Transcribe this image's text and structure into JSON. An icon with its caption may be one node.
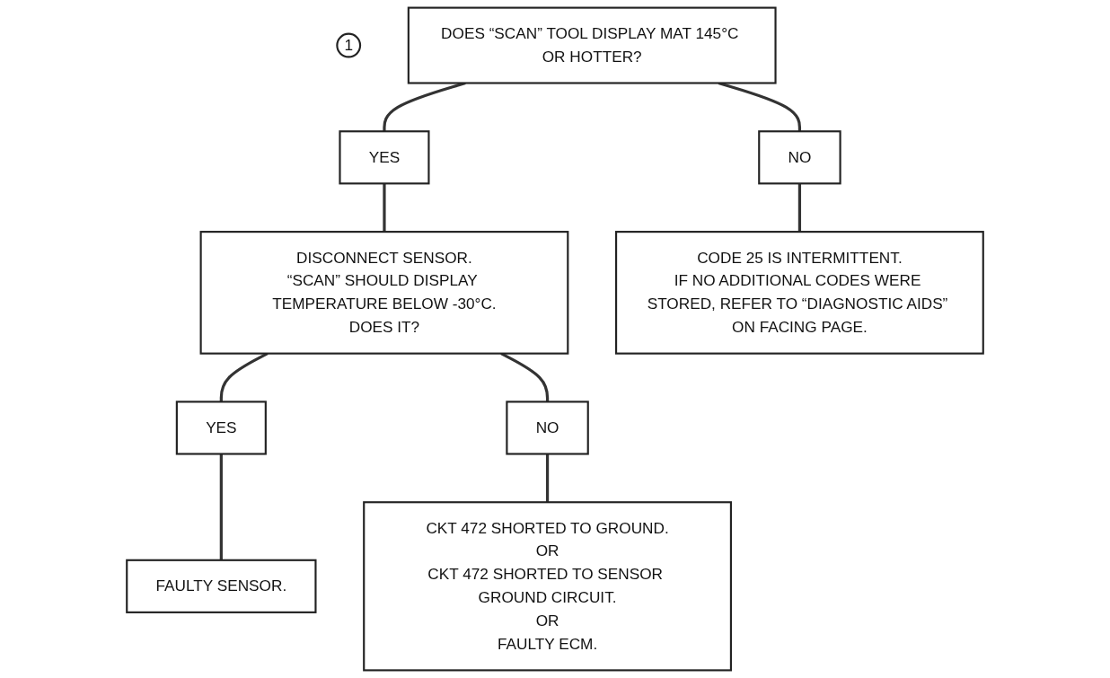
{
  "diagram": {
    "nodes": [
      {
        "text": [
          "1"
        ]
      },
      {
        "text": [
          "DOES “SCAN” TOOL DISPLAY MAT 145°C OR HOTTER?"
        ]
      },
      {
        "text": [
          "YES"
        ]
      },
      {
        "text": [
          "NO"
        ]
      },
      {
        "text": [
          "DISCONNECT SENSOR.",
          "“SCAN” SHOULD DISPLAY TEMPERATURE BELOW -30°C.",
          "DOES IT?"
        ]
      },
      {
        "text": [
          "CODE 25 IS INTERMITTENT.",
          "IF NO ADDITIONAL CODES WERE STORED, REFER TO “DIAGNOSTIC AIDS” ON FACING PAGE."
        ]
      },
      {
        "text": [
          "YES"
        ]
      },
      {
        "text": [
          "NO"
        ]
      },
      {
        "text": [
          "FAULTY SENSOR."
        ]
      },
      {
        "text": [
          "CKT 472 SHORTED TO GROUND.",
          "OR",
          "CKT 472 SHORTED TO SENSOR GROUND CIRCUIT.",
          "OR",
          "FAULTY ECM."
        ]
      }
    ],
    "edges": [
      {
        "from": 1,
        "to": 2,
        "arrow": "none"
      },
      {
        "from": 1,
        "to": 3,
        "arrow": "none"
      },
      {
        "from": 2,
        "to": 4,
        "arrow": "none"
      },
      {
        "from": 3,
        "to": 5,
        "arrow": "none"
      },
      {
        "from": 4,
        "to": 6,
        "arrow": "none"
      },
      {
        "from": 4,
        "to": 7,
        "arrow": "none"
      },
      {
        "from": 6,
        "to": 8,
        "arrow": "none"
      },
      {
        "from": 7,
        "to": 9,
        "arrow": "none"
      }
    ]
  }
}
